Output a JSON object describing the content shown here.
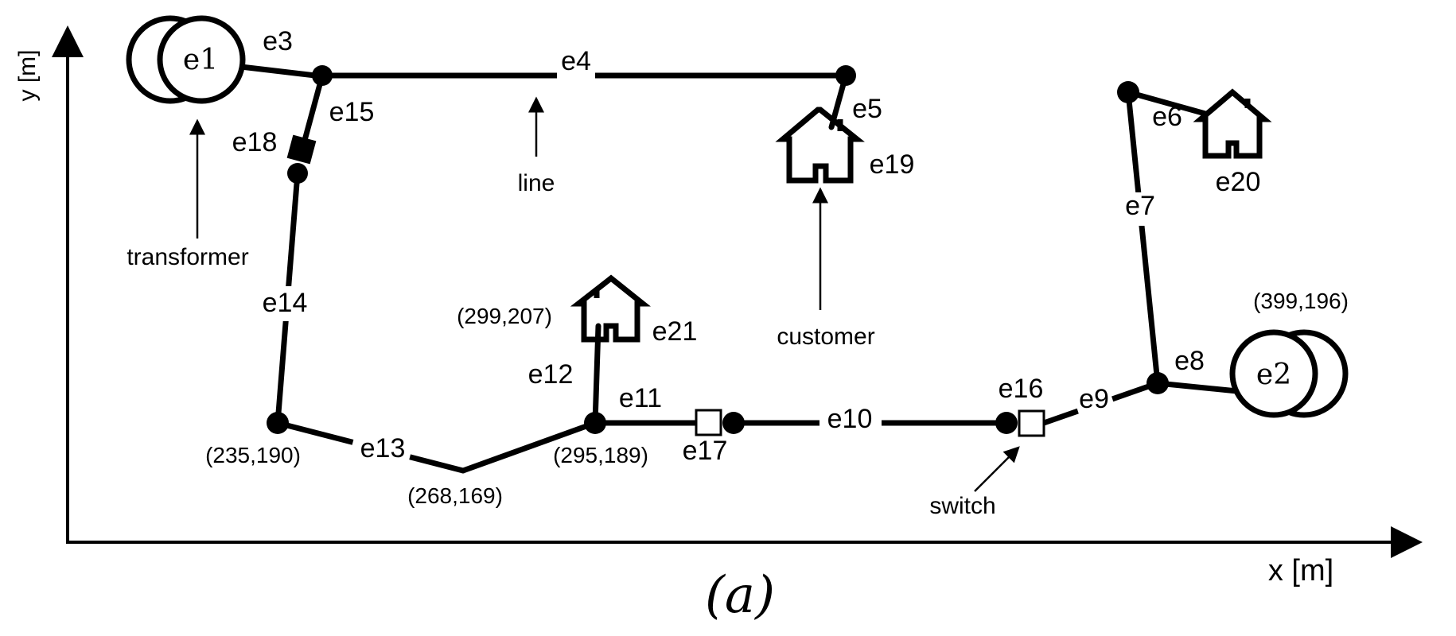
{
  "axes": {
    "x_label": "x [m]",
    "y_label": "y [m]"
  },
  "caption": "(a)",
  "transformers": {
    "t1": "e1",
    "t2": "e2"
  },
  "edges": {
    "e3": "e3",
    "e4": "e4",
    "e5": "e5",
    "e6": "e6",
    "e7": "e7",
    "e8": "e8",
    "e9": "e9",
    "e10": "e10",
    "e11": "e11",
    "e12": "e12",
    "e13": "e13",
    "e14": "e14",
    "e15": "e15",
    "e16": "e16",
    "e17": "e17",
    "e18": "e18",
    "e19": "e19",
    "e20": "e20",
    "e21": "e21"
  },
  "annotations": {
    "transformer": "transformer",
    "line": "line",
    "customer": "customer",
    "switch": "switch"
  },
  "coordinates": {
    "c1": "(235,190)",
    "c2": "(268,169)",
    "c3": "(295,189)",
    "c4": "(299,207)",
    "c5": "(399,196)"
  }
}
